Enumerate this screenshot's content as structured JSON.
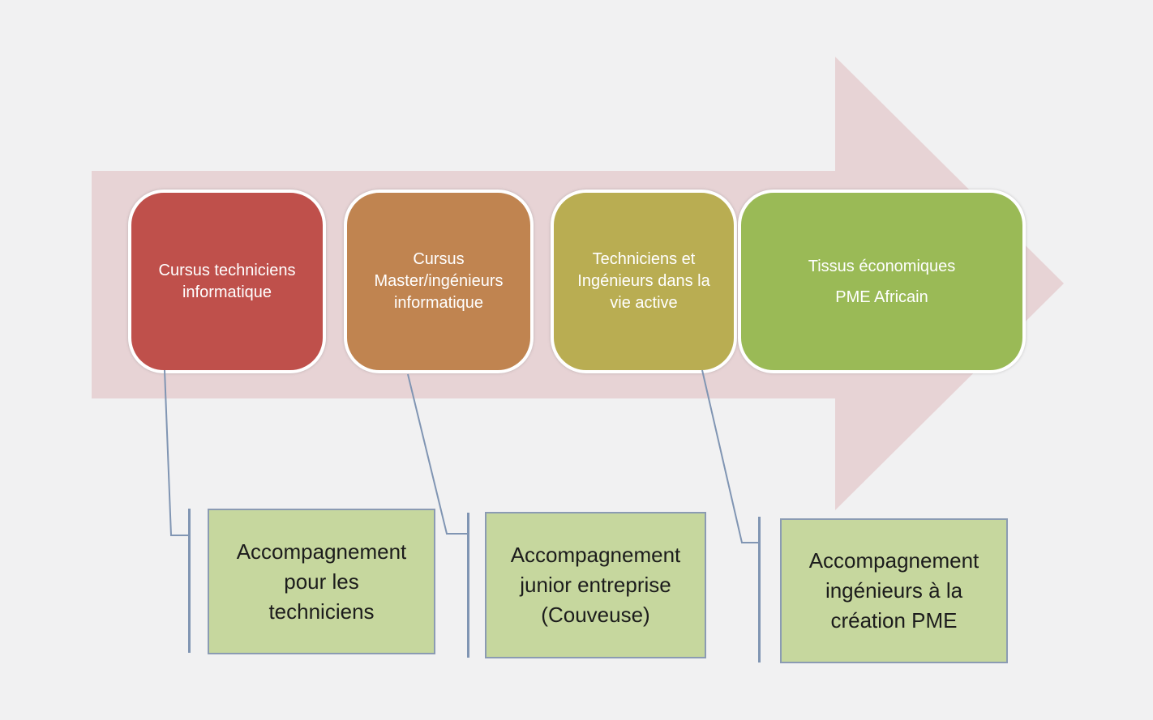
{
  "diagram": {
    "colors": {
      "background": "#f1f1f2",
      "arrow": "#e7d3d5",
      "connector": "#8095b3",
      "callout_fill": "#c6d79e",
      "callout_border": "#8b9bb3",
      "stage_text": "#ffffff",
      "callout_text": "#1c1c1c"
    },
    "stages": [
      {
        "label": "Cursus techniciens\ninformatique",
        "color": "#bf504b"
      },
      {
        "label": "Cursus\nMaster/ingénieurs\ninformatique",
        "color": "#c08450"
      },
      {
        "label": "Techniciens et\nIngénieurs dans la\nvie active",
        "color": "#b9ad52"
      },
      {
        "label": "Tissus économiques\nPME Africain",
        "color": "#9aba56"
      }
    ],
    "callouts": [
      {
        "label": "Accompagnement\npour les\ntechniciens"
      },
      {
        "label": "Accompagnement\njunior entreprise\n(Couveuse)"
      },
      {
        "label": "Accompagnement\ningénieurs à la\ncréation PME"
      }
    ]
  }
}
